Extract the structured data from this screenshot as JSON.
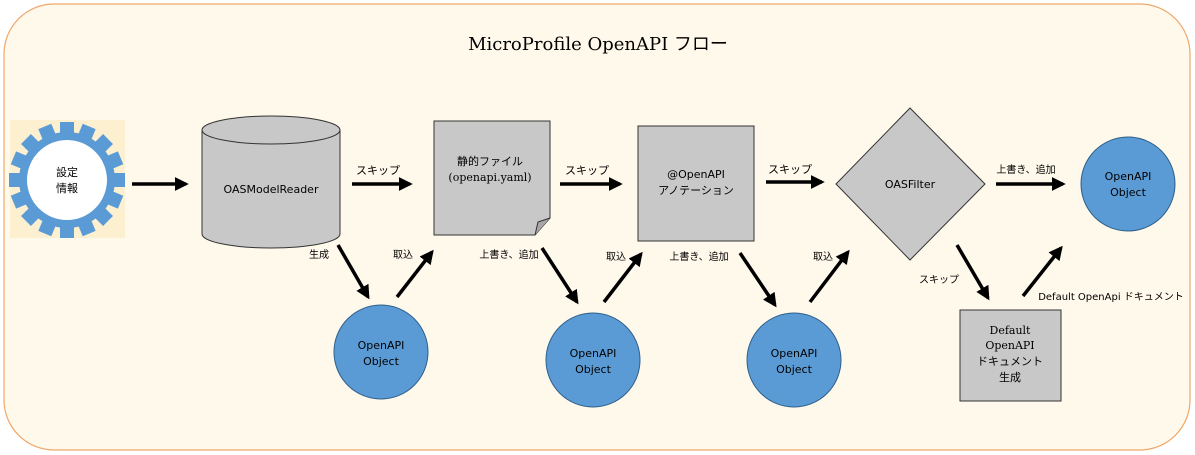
{
  "title": "MicroProfile OpenAPI フロー",
  "colors": {
    "panel_fill": "#fff9ec",
    "panel_stroke": "#f0a76a",
    "gear": "#5b9bd5",
    "gear_bg": "#fdf0d0",
    "node_gray": "#c8c8c8",
    "circle_blue": "#5b9bd5"
  },
  "nodes": {
    "config": {
      "line1": "設定",
      "line2": "情報",
      "icon": "gear-icon"
    },
    "reader": {
      "label": "OASModelReader"
    },
    "static_file": {
      "line1": "静的ファイル",
      "line2": "(openapi.yaml)"
    },
    "annotation": {
      "line1": "@OpenAPI",
      "line2": "アノテーション"
    },
    "filter": {
      "label": "OASFilter"
    },
    "default_doc": {
      "line1": "Default",
      "line2": "OpenAPI",
      "line3": "ドキュメント",
      "line4": "生成"
    },
    "obj1": {
      "line1": "OpenAPI",
      "line2": "Object"
    },
    "obj2": {
      "line1": "OpenAPI",
      "line2": "Object"
    },
    "obj3": {
      "line1": "OpenAPI",
      "line2": "Object"
    },
    "obj_final": {
      "line1": "OpenAPI",
      "line2": "Object"
    }
  },
  "edge_labels": {
    "skip1": "スキップ",
    "skip2": "スキップ",
    "skip3": "スキップ",
    "skip4": "スキップ",
    "generate": "生成",
    "take1": "取込",
    "take2": "取込",
    "take3": "取込",
    "override1": "上書き、追加",
    "override2": "上書き、追加",
    "override3": "上書き、追加",
    "default_doc": "Default OpenApi ドキュメント"
  }
}
